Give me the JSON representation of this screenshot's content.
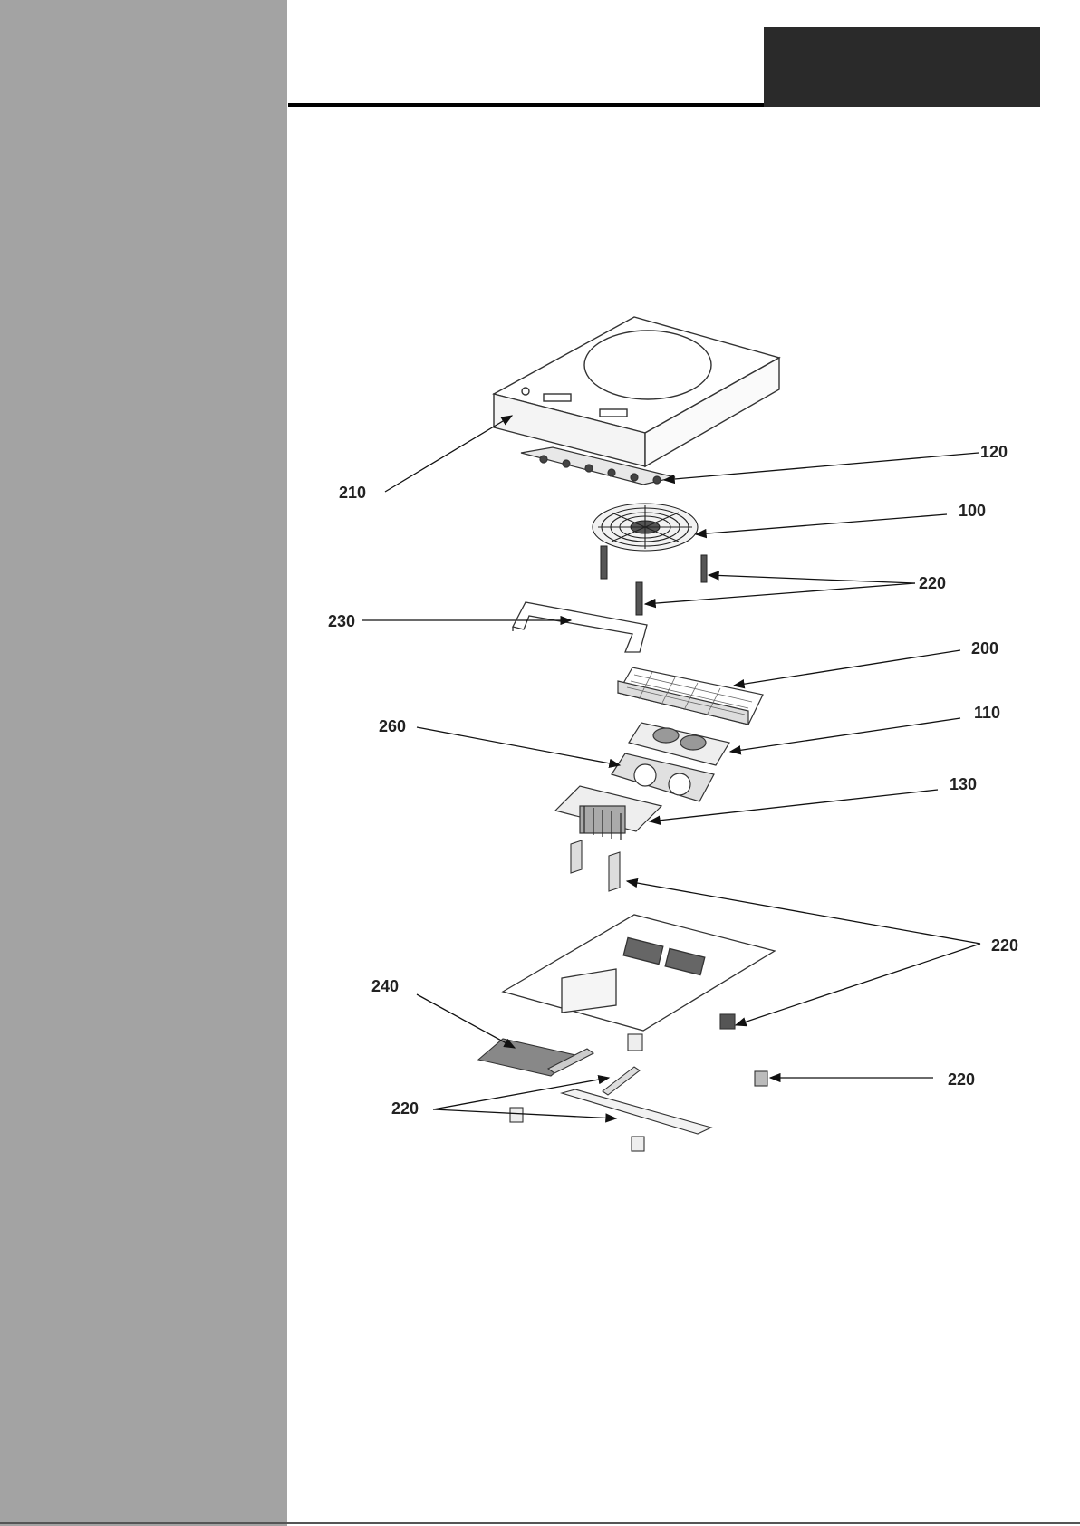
{
  "sidebar": {
    "color": "#a3a3a3"
  },
  "header": {
    "box_color": "#2a2a2a",
    "rule_color": "#000000"
  },
  "diagram": {
    "labels": {
      "l210": "210",
      "l120": "120",
      "l100": "100",
      "l220a": "220",
      "l230": "230",
      "l200": "200",
      "l110": "110",
      "l260": "260",
      "l130": "130",
      "l220b": "220",
      "l240": "240",
      "l220c": "220",
      "l220d": "220"
    }
  }
}
